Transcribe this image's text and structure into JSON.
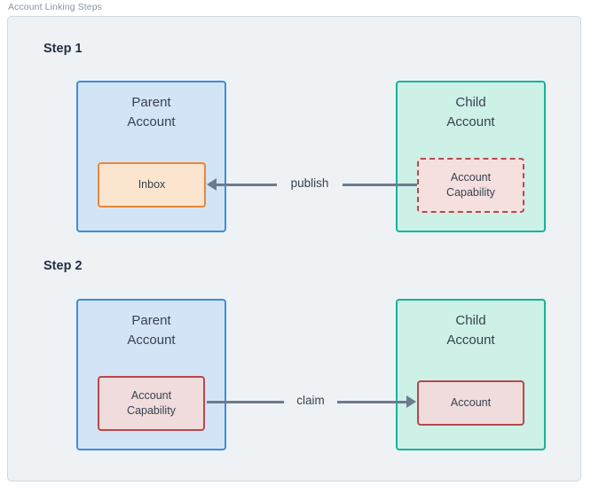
{
  "panel": {
    "title": "Account Linking Steps",
    "background": "#eef2f5",
    "border_color": "#cfd8e0"
  },
  "colors": {
    "parent_fill": "#d4e4f7",
    "parent_border": "#3c8ddc",
    "child_fill": "#cdf0e7",
    "child_border": "#17b399",
    "inbox_fill": "#fce5cf",
    "inbox_border": "#e8873a",
    "capability_fill": "#f6dfdf",
    "capability_border": "#b5494c",
    "arrow": "#6b7b8d",
    "text": "#37424f",
    "heading": "#243041"
  },
  "steps": [
    {
      "label": "Step 1",
      "parent": {
        "title": "Parent\nAccount",
        "title_line1": "Parent",
        "title_line2": "Account",
        "inner": {
          "label": "Inbox",
          "style": "solid-orange"
        }
      },
      "child": {
        "title_line1": "Child",
        "title_line2": "Account",
        "inner": {
          "label_line1": "Account",
          "label_line2": "Capability",
          "style": "dashed-red"
        }
      },
      "arrow": {
        "label": "publish",
        "direction": "left"
      }
    },
    {
      "label": "Step 2",
      "parent": {
        "title_line1": "Parent",
        "title_line2": "Account",
        "inner": {
          "label_line1": "Account",
          "label_line2": "Capability",
          "style": "solid-red"
        }
      },
      "child": {
        "title_line1": "Child",
        "title_line2": "Account",
        "inner": {
          "label": "Account",
          "style": "solid-red"
        }
      },
      "arrow": {
        "label": "claim",
        "direction": "right"
      }
    }
  ]
}
